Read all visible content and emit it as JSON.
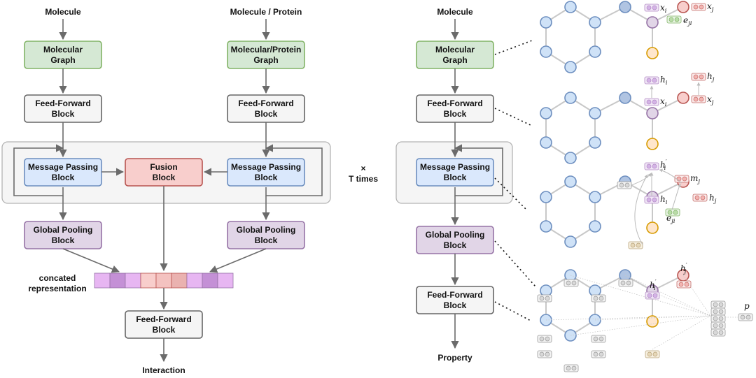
{
  "left": {
    "input_molecule": "Molecule",
    "input_protein": "Molecule / Protein",
    "mol_graph": [
      "Molecular",
      "Graph"
    ],
    "prot_graph": [
      "Molecular/Protein",
      "Graph"
    ],
    "ff_left": [
      "Feed-Forward",
      "Block"
    ],
    "ff_right": [
      "Feed-Forward",
      "Block"
    ],
    "mp_left": [
      "Message Passing",
      "Block"
    ],
    "fusion": [
      "Fusion",
      "Block"
    ],
    "mp_right": [
      "Message Passing",
      "Block"
    ],
    "gp_left": [
      "Global Pooling",
      "Block"
    ],
    "gp_right": [
      "Global Pooling",
      "Block"
    ],
    "concat": [
      "concated",
      "representation"
    ],
    "ff_out": [
      "Feed-Forward",
      "Block"
    ],
    "output": "Interaction"
  },
  "repeat": [
    "×",
    "T times"
  ],
  "right": {
    "input": "Molecule",
    "mol_graph": [
      "Molecular",
      "Graph"
    ],
    "ff": [
      "Feed-Forward",
      "Block"
    ],
    "mp": [
      "Message Passing",
      "Block"
    ],
    "gp": [
      "Global Pooling",
      "Block"
    ],
    "ff2": [
      "Feed-Forward",
      "Block"
    ],
    "output": "Property"
  },
  "math": {
    "x": "x",
    "h": "h",
    "e": "e",
    "m": "m",
    "p": "p",
    "sub_i": "i",
    "sub_j": "j",
    "sub_ji": "ji",
    "prime": "′"
  },
  "colors": {
    "green_fill": "#d5e8d4",
    "green_stroke": "#82b366",
    "gray_fill": "#f5f5f5",
    "gray_stroke": "#666666",
    "blue_fill": "#dae8fc",
    "blue_stroke": "#6c8ebf",
    "red_fill": "#f8cecc",
    "red_stroke": "#b85450",
    "purple_fill": "#e1d5e7",
    "purple_stroke": "#9673a6",
    "orange_fill": "#ffe6cc",
    "orange_stroke": "#d79b00"
  }
}
